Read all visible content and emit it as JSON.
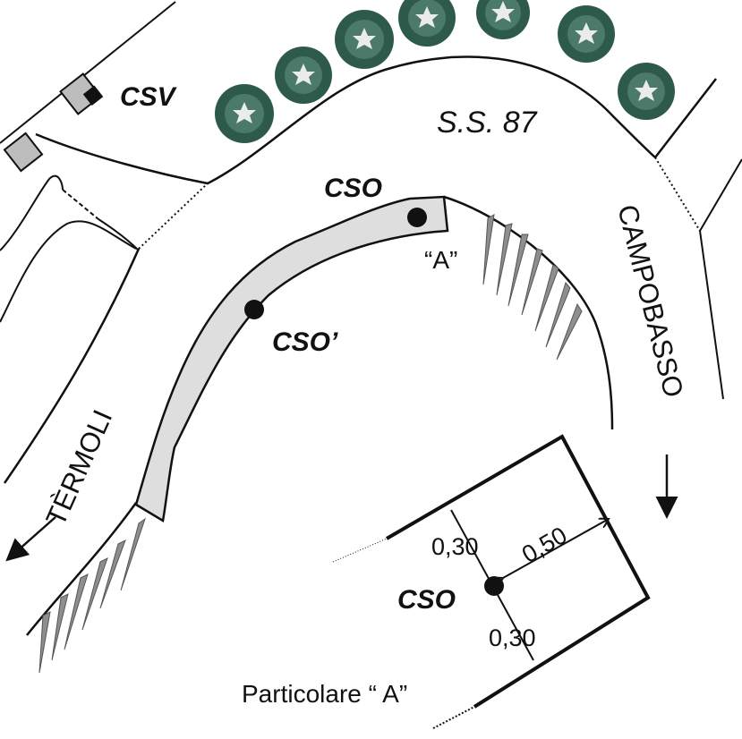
{
  "labels": {
    "road": "S.S. 87",
    "csv": "CSV",
    "cso_top": "CSO",
    "cso_prime": "CSO’",
    "point_a": "“A”",
    "campobasso": "CAMPOBASSO",
    "termoli": "TÈRMOLI",
    "detail_cso": "CSO",
    "dim_top": "0,30",
    "dim_right": "0,50",
    "dim_bottom": "0,30",
    "detail_title": "Particolare “ A”"
  },
  "colors": {
    "line": "#111111",
    "shoulder_fill": "#dedede",
    "tree_dark": "#2d5a4c",
    "tree_light": "#e9ece9",
    "hatch": "#8e8e8e",
    "box": "#bdbdbd"
  },
  "icons": {
    "tree": "tree-icon",
    "junction_box": "junction-box-icon",
    "sensor": "sensor-dot-icon"
  }
}
